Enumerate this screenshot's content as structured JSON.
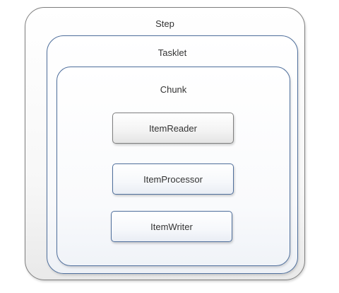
{
  "diagram": {
    "step": {
      "label": "Step"
    },
    "tasklet": {
      "label": "Tasklet"
    },
    "chunk": {
      "label": "Chunk"
    },
    "items": [
      {
        "label": "ItemReader"
      },
      {
        "label": "ItemProcessor"
      },
      {
        "label": "ItemWriter"
      }
    ]
  },
  "colors": {
    "step_border": "#7f7f7f",
    "inner_border": "#4f6f9c",
    "text": "#333333"
  }
}
